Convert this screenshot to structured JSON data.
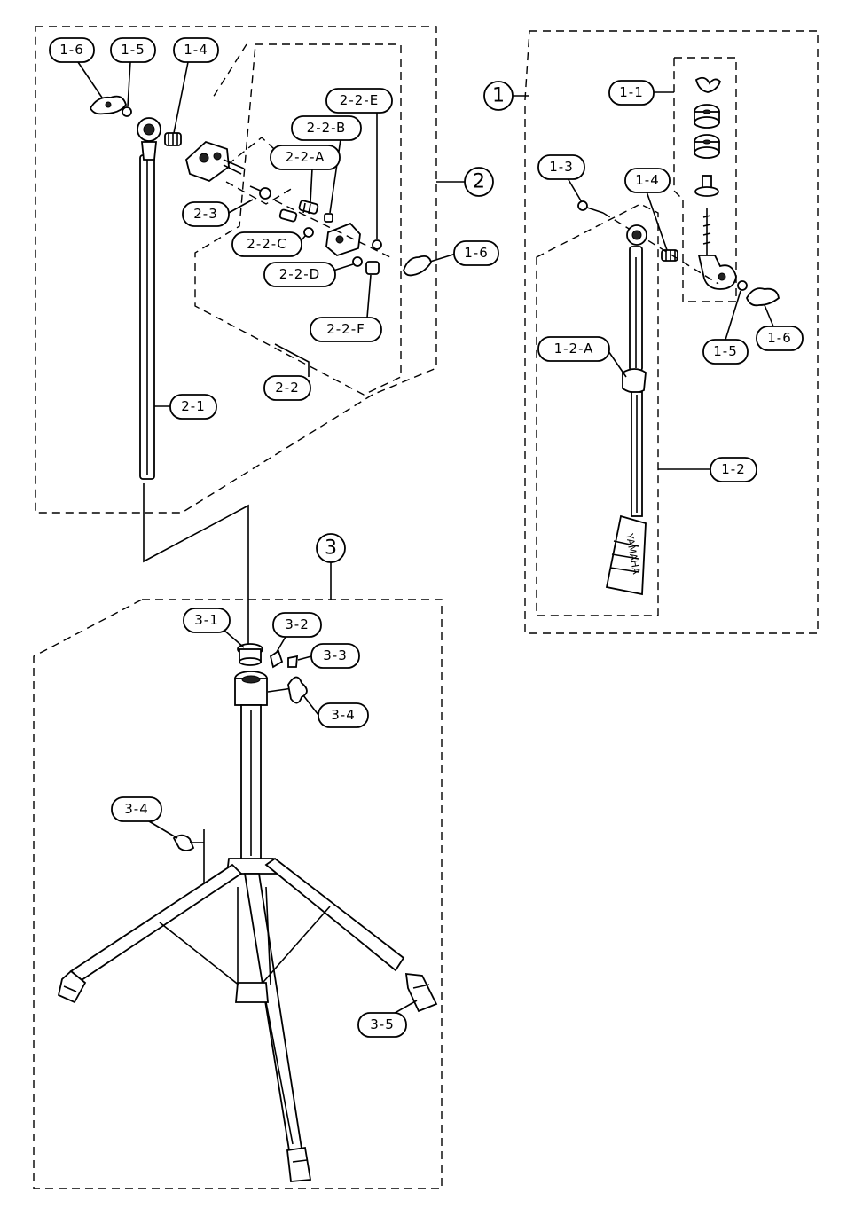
{
  "groups": {
    "g1": "1",
    "g2": "2",
    "g3": "3"
  },
  "callouts": {
    "c_1_6_top": "1-6",
    "c_1_5_top": "1-5",
    "c_1_4_top": "1-4",
    "c_2_2_E": "2-2-E",
    "c_2_2_B": "2-2-B",
    "c_2_2_A": "2-2-A",
    "c_2_3": "2-3",
    "c_2_2_C": "2-2-C",
    "c_1_6_mid": "1-6",
    "c_2_2_D": "2-2-D",
    "c_2_2_F": "2-2-F",
    "c_2_1": "2-1",
    "c_2_2": "2-2",
    "c_1_1": "1-1",
    "c_1_3": "1-3",
    "c_1_4_right": "1-4",
    "c_1_2_A": "1-2-A",
    "c_1_5_right": "1-5",
    "c_1_6_right": "1-6",
    "c_1_2": "1-2",
    "c_3_1": "3-1",
    "c_3_2": "3-2",
    "c_3_3": "3-3",
    "c_3_4_top": "3-4",
    "c_3_4_left": "3-4",
    "c_3_5": "3-5"
  },
  "tube_brand": "YAMAHA"
}
